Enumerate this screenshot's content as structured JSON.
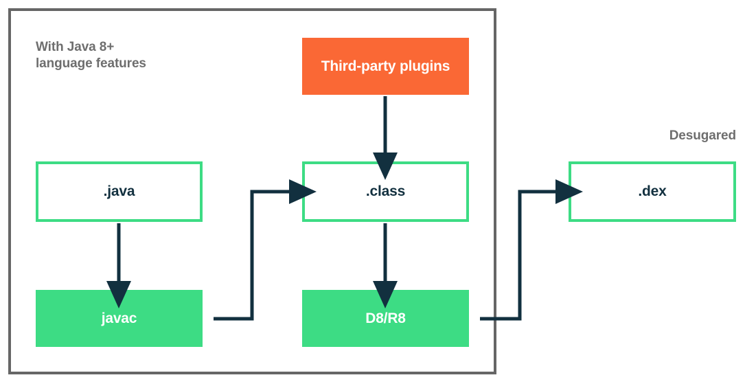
{
  "diagram": {
    "title_caption": "With Java 8+\nlanguage features",
    "right_caption": "Desugared",
    "colors": {
      "green": "#3DDC84",
      "orange": "#FA6835",
      "arrow": "#12303F",
      "border_gray": "#666666",
      "caption_gray": "#6E6E6E",
      "text_dark": "#12303F",
      "text_light": "#FFFFFF"
    },
    "nodes": [
      {
        "id": "third-party-plugins",
        "label": "Third-party plugins",
        "style": "filled-orange"
      },
      {
        "id": "java-source",
        "label": ".java",
        "style": "outline-green"
      },
      {
        "id": "class-file",
        "label": ".class",
        "style": "outline-green"
      },
      {
        "id": "dex-file",
        "label": ".dex",
        "style": "outline-green"
      },
      {
        "id": "javac",
        "label": "javac",
        "style": "filled-green"
      },
      {
        "id": "d8r8",
        "label": "D8/R8",
        "style": "filled-green"
      }
    ],
    "edges": [
      {
        "from": "third-party-plugins",
        "to": "class-file",
        "kind": "straight-down"
      },
      {
        "from": "java-source",
        "to": "javac",
        "kind": "straight-down"
      },
      {
        "from": "class-file",
        "to": "d8r8",
        "kind": "straight-down"
      },
      {
        "from": "javac",
        "to": "class-file",
        "kind": "elbow-right-up"
      },
      {
        "from": "d8r8",
        "to": "dex-file",
        "kind": "elbow-right-up"
      }
    ]
  }
}
